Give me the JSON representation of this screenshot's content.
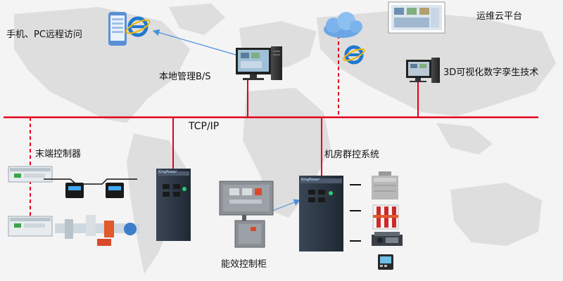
{
  "labels": {
    "mobile_pc_access": "手机、PC远程访问",
    "local_management": "本地管理B/S",
    "ops_cloud": "运维云平台",
    "digital_twin": "3D可视化数字孪生技术",
    "protocol": "TCP/IP",
    "terminal_controller": "末端控制器",
    "chiller_plant_control": "机房群控系统",
    "efficiency_cabinet": "能效控制柜"
  },
  "cabinet_brand": "KingPower",
  "icons": {
    "browser": "ie-browser-icon",
    "cloud": "cloud-icon",
    "phone": "smartphone-icon",
    "computer": "desktop-computer-icon",
    "monitor": "monitor-icon"
  },
  "colors": {
    "bus_line": "#e3001b",
    "arrow": "#4a90d9",
    "map": "#dcdcdc",
    "background": "#f4f4f4",
    "cabinet": "#2e3a4a",
    "cabinet_panel": "#8c9096"
  }
}
